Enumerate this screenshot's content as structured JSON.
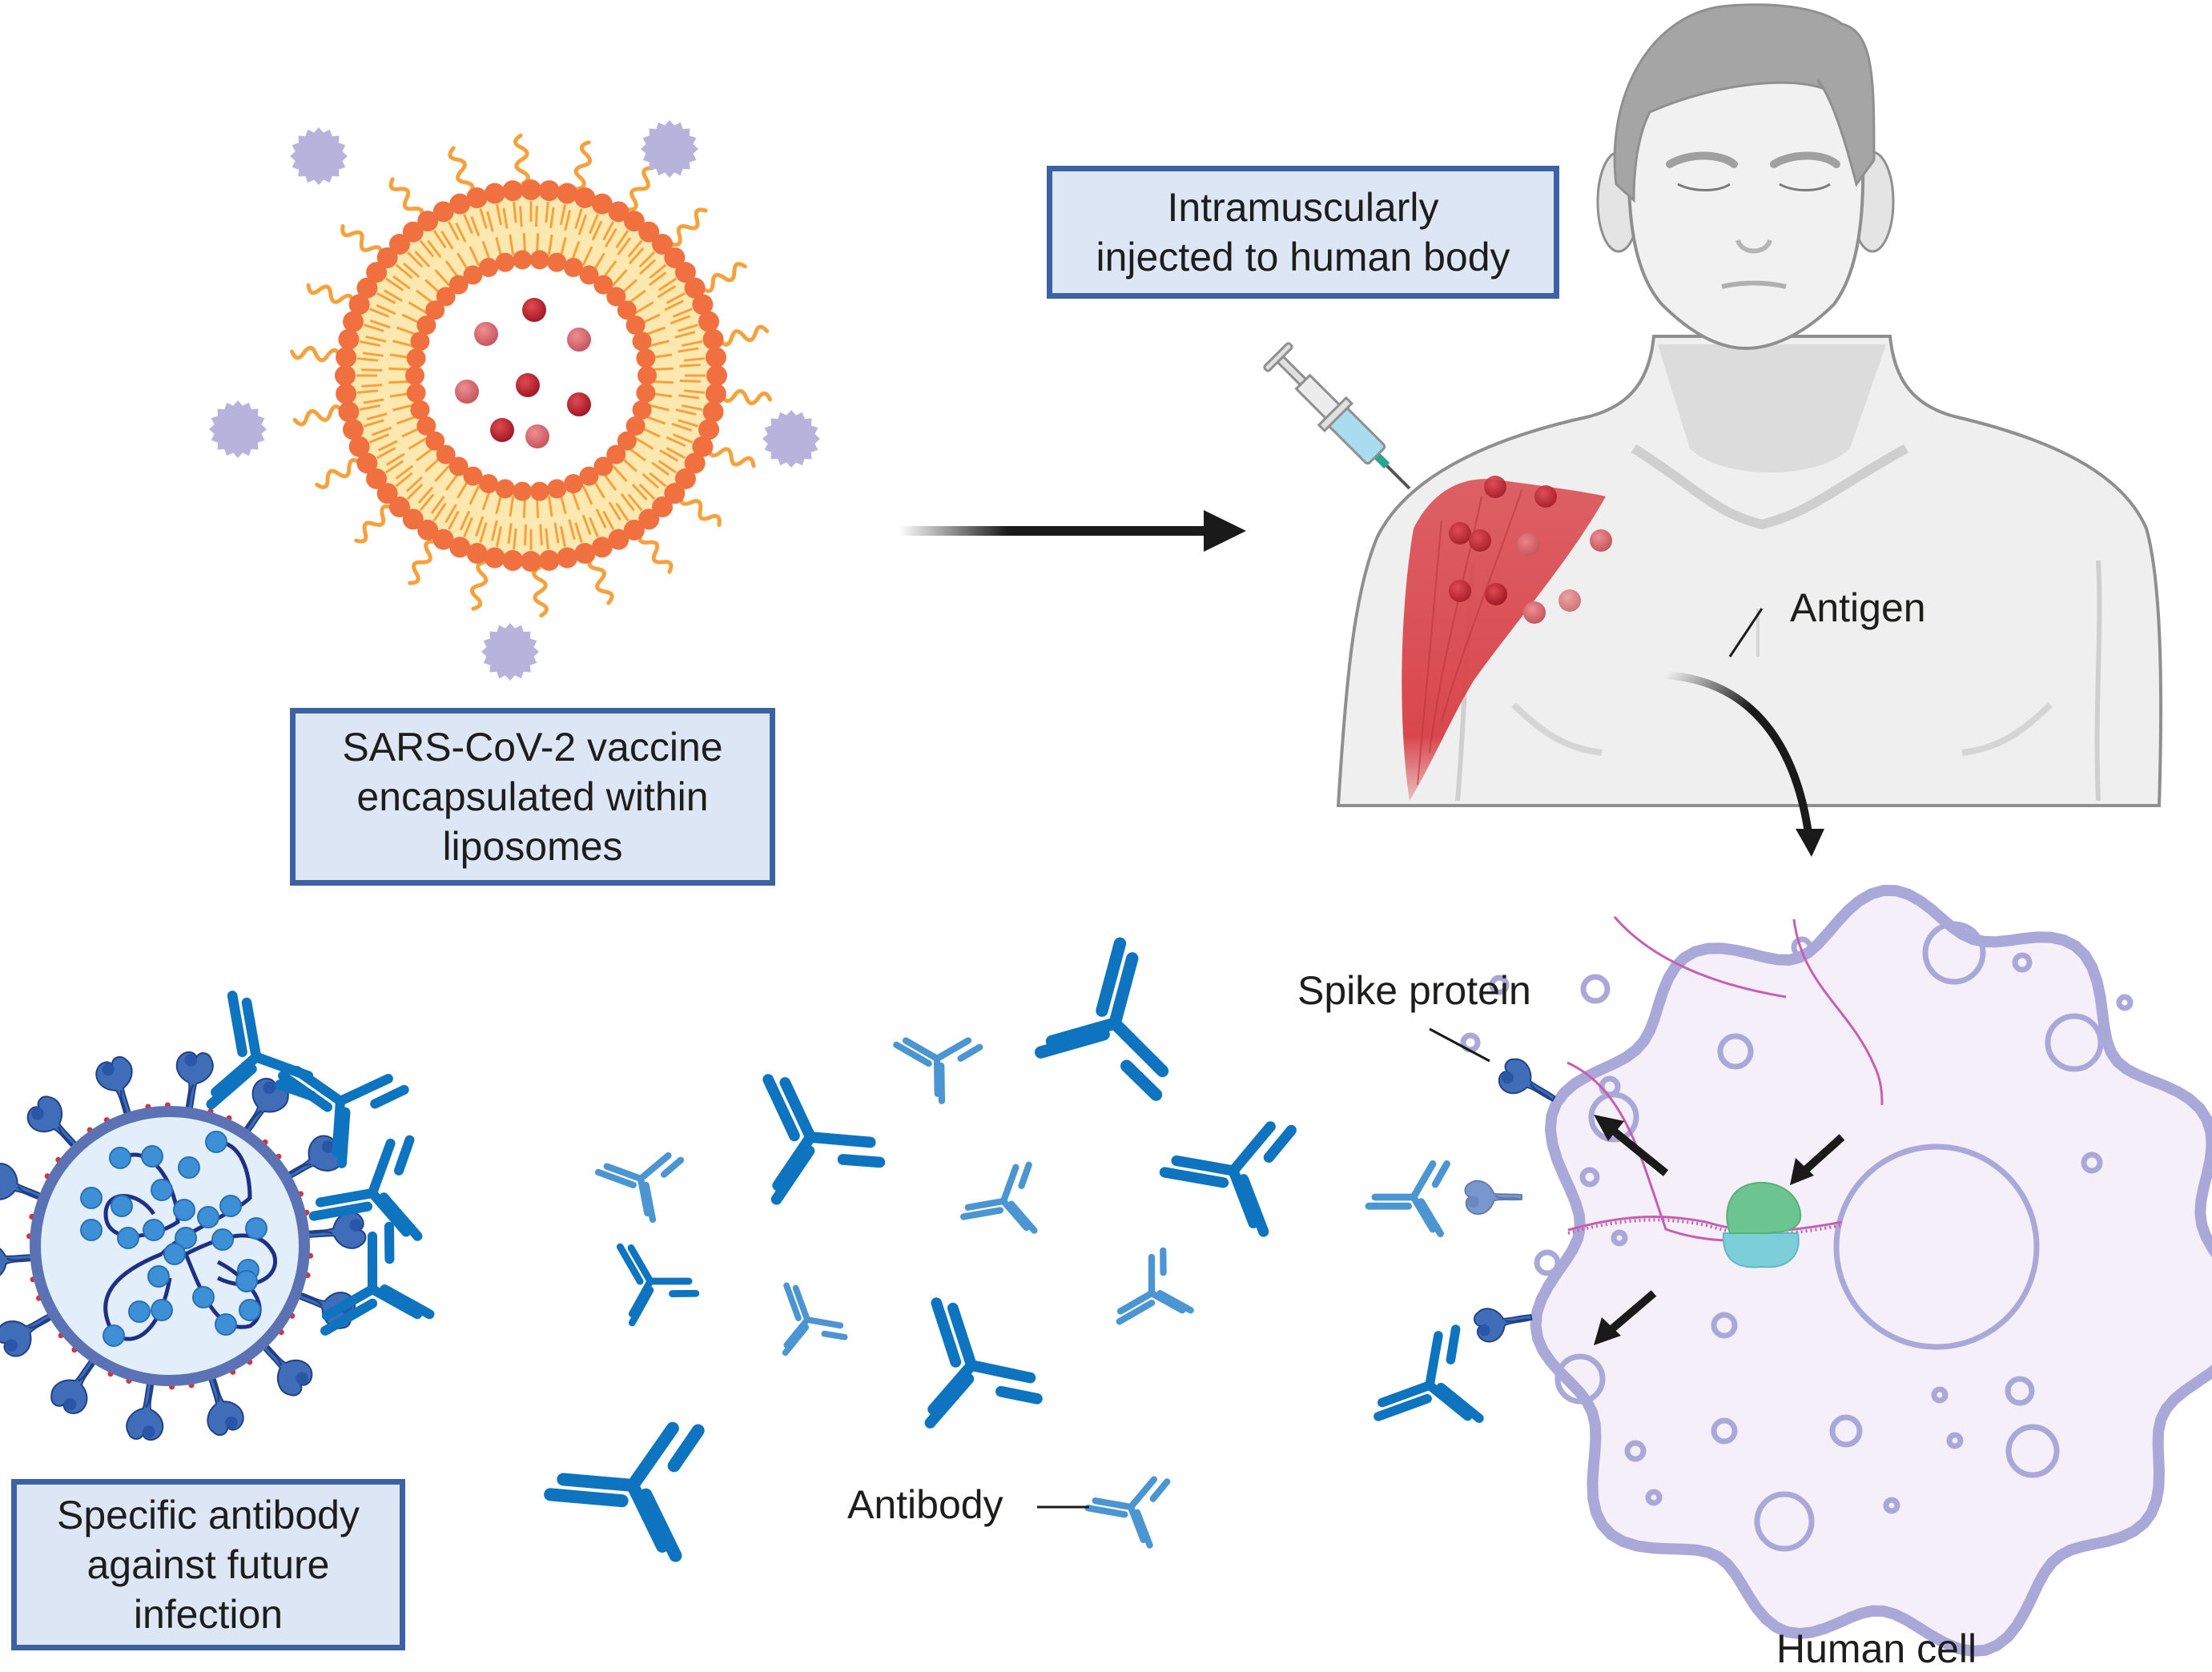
{
  "figure": {
    "title": "mRNA vaccine mechanism schematic",
    "labels": {
      "liposome_box": "SARS-CoV-2 vaccine\nencapsulated within\nliposomes",
      "injection_box": "Intramuscularly\ninjected to human body",
      "antibody_box": "Specific antibody\nagainst future\ninfection",
      "antigen": "Antigen",
      "spike_protein": "Spike protein",
      "antibody": "Antibody",
      "human_cell": "Human cell"
    },
    "colors": {
      "box_fill": "#dce6f4",
      "box_border": "#3d62a4",
      "lipid_head": "#f07040",
      "lipid_tail": "#f7a13c",
      "lipid_fill": "#fde8b0",
      "cargo_dark": "#b8202a",
      "cargo_light": "#d66068",
      "peg_particle": "#b7b3dd",
      "muscle": "#d9474d",
      "skin": "#efefef",
      "skin_outline": "#8f8f8f",
      "hair": "#a5a5a5",
      "cell_membrane": "#aaa8d8",
      "cell_fill": "#f4eff8",
      "antibody_dark": "#0e74bf",
      "antibody_light": "#4b95d2",
      "spike": "#3f6db8",
      "virus_membrane": "#5b72b5",
      "virus_fill": "#e2effa",
      "rna": "#c65fb0",
      "ribosome_large": "#6cc490",
      "ribosome_small": "#7ccfd8",
      "arrow": "#1a1a1a"
    }
  }
}
